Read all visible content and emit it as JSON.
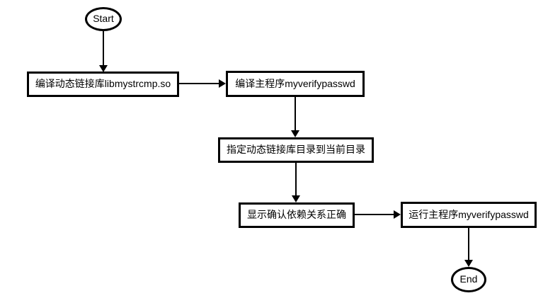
{
  "flowchart": {
    "start_label": "Start",
    "end_label": "End",
    "nodes": {
      "compile_lib": "编译动态链接库libmystrcmp.so",
      "compile_main": "编译主程序myverifypasswd",
      "set_lib_path": "指定动态链接库目录到当前目录",
      "verify_deps": "显示确认依赖关系正确",
      "run_main": "运行主程序myverifypasswd"
    },
    "colors": {
      "stroke": "#000000",
      "fill": "#ffffff",
      "text": "#000000"
    }
  }
}
